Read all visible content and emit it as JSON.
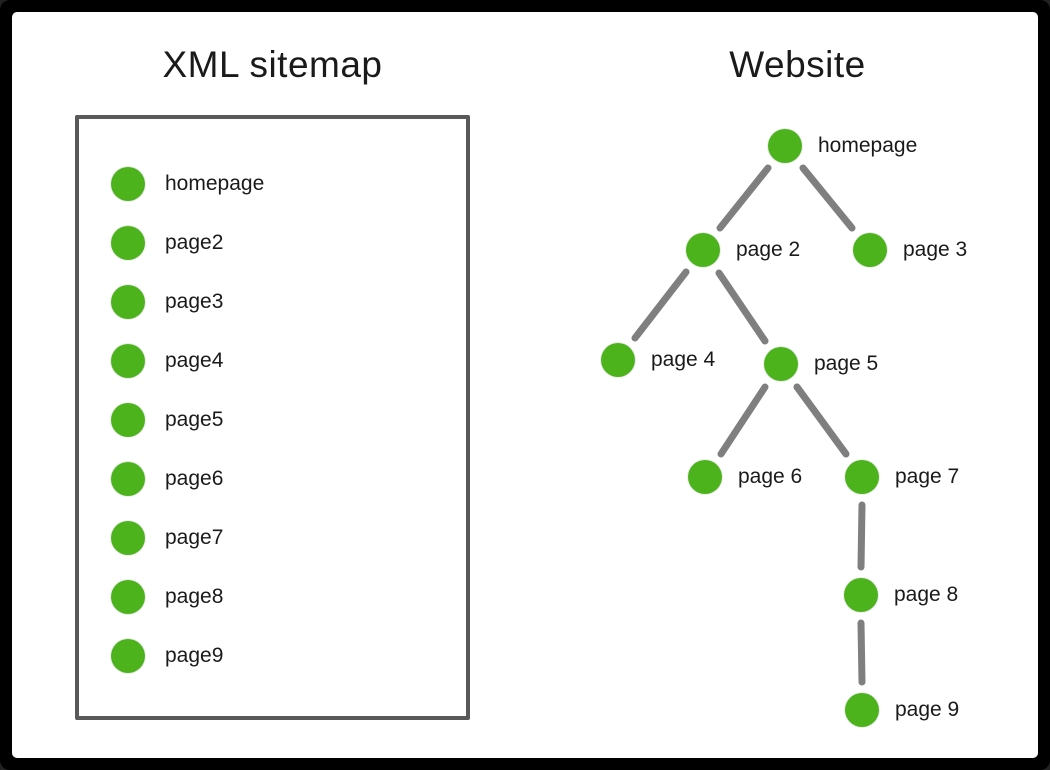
{
  "colors": {
    "node_green": "#4cb31d",
    "edge_gray": "#7f7f7f",
    "box_border": "#595959",
    "text": "#1a1a1a",
    "background": "#ffffff",
    "frame": "#000000"
  },
  "sitemap": {
    "title": "XML sitemap",
    "items": [
      "homepage",
      "page2",
      "page3",
      "page4",
      "page5",
      "page6",
      "page7",
      "page8",
      "page9"
    ]
  },
  "website": {
    "title": "Website",
    "nodes": [
      {
        "label": "homepage"
      },
      {
        "label": "page 2"
      },
      {
        "label": "page 3"
      },
      {
        "label": "page 4"
      },
      {
        "label": "page 5"
      },
      {
        "label": "page 6"
      },
      {
        "label": "page 7"
      },
      {
        "label": "page 8"
      },
      {
        "label": "page 9"
      }
    ],
    "edges": [
      {
        "from": "homepage",
        "to": "page 2"
      },
      {
        "from": "homepage",
        "to": "page 3"
      },
      {
        "from": "page 2",
        "to": "page 4"
      },
      {
        "from": "page 2",
        "to": "page 5"
      },
      {
        "from": "page 5",
        "to": "page 6"
      },
      {
        "from": "page 5",
        "to": "page 7"
      },
      {
        "from": "page 7",
        "to": "page 8"
      },
      {
        "from": "page 8",
        "to": "page 9"
      }
    ]
  }
}
